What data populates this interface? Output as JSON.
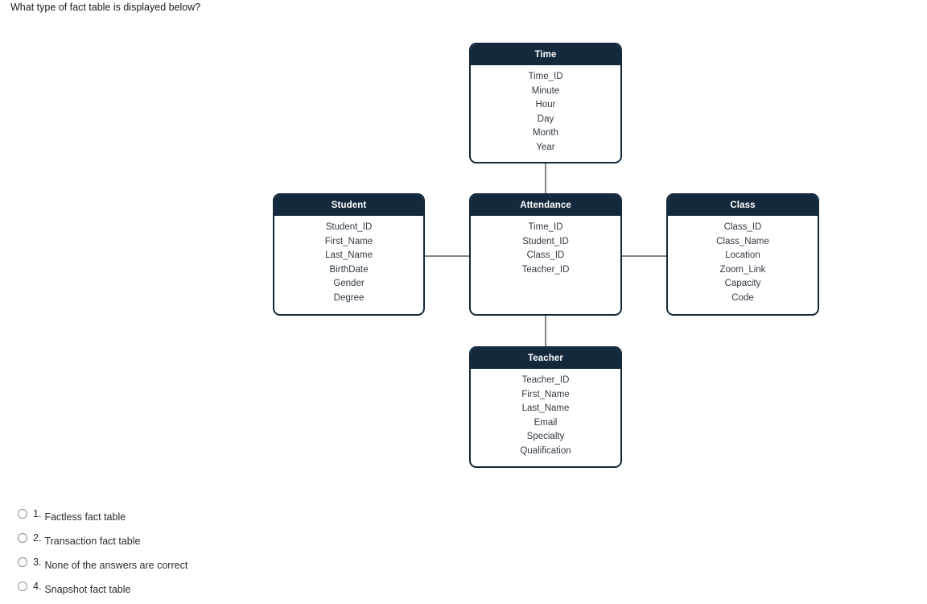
{
  "question": "What type of fact table is displayed below?",
  "colors": {
    "entity_header_bg": "#15293d",
    "entity_border": "#15293d",
    "entity_title_text": "#ffffff",
    "field_text": "#323a44",
    "connector": "#858585",
    "background": "#ffffff"
  },
  "diagram": {
    "entities": [
      {
        "id": "time",
        "title": "Time",
        "fields": [
          "Time_ID",
          "Minute",
          "Hour",
          "Day",
          "Month",
          "Year"
        ]
      },
      {
        "id": "student",
        "title": "Student",
        "fields": [
          "Student_ID",
          "First_Name",
          "Last_Name",
          "BirthDate",
          "Gender",
          "Degree"
        ]
      },
      {
        "id": "attendance",
        "title": "Attendance",
        "fields": [
          "Time_ID",
          "Student_ID",
          "Class_ID",
          "Teacher_ID"
        ]
      },
      {
        "id": "class",
        "title": "Class",
        "fields": [
          "Class_ID",
          "Class_Name",
          "Location",
          "Zoom_Link",
          "Capacity",
          "Code"
        ]
      },
      {
        "id": "teacher",
        "title": "Teacher",
        "fields": [
          "Teacher_ID",
          "First_Name",
          "Last_Name",
          "Email",
          "Specialty",
          "Qualification"
        ]
      }
    ],
    "connections": [
      "Time-Attendance",
      "Student-Attendance",
      "Attendance-Class",
      "Attendance-Teacher"
    ]
  },
  "options": [
    {
      "number": "1.",
      "label": "Factless fact table",
      "selected": false
    },
    {
      "number": "2.",
      "label": "Transaction fact table",
      "selected": false
    },
    {
      "number": "3.",
      "label": "None of the answers are correct",
      "selected": false
    },
    {
      "number": "4.",
      "label": "Snapshot fact table",
      "selected": false
    }
  ]
}
